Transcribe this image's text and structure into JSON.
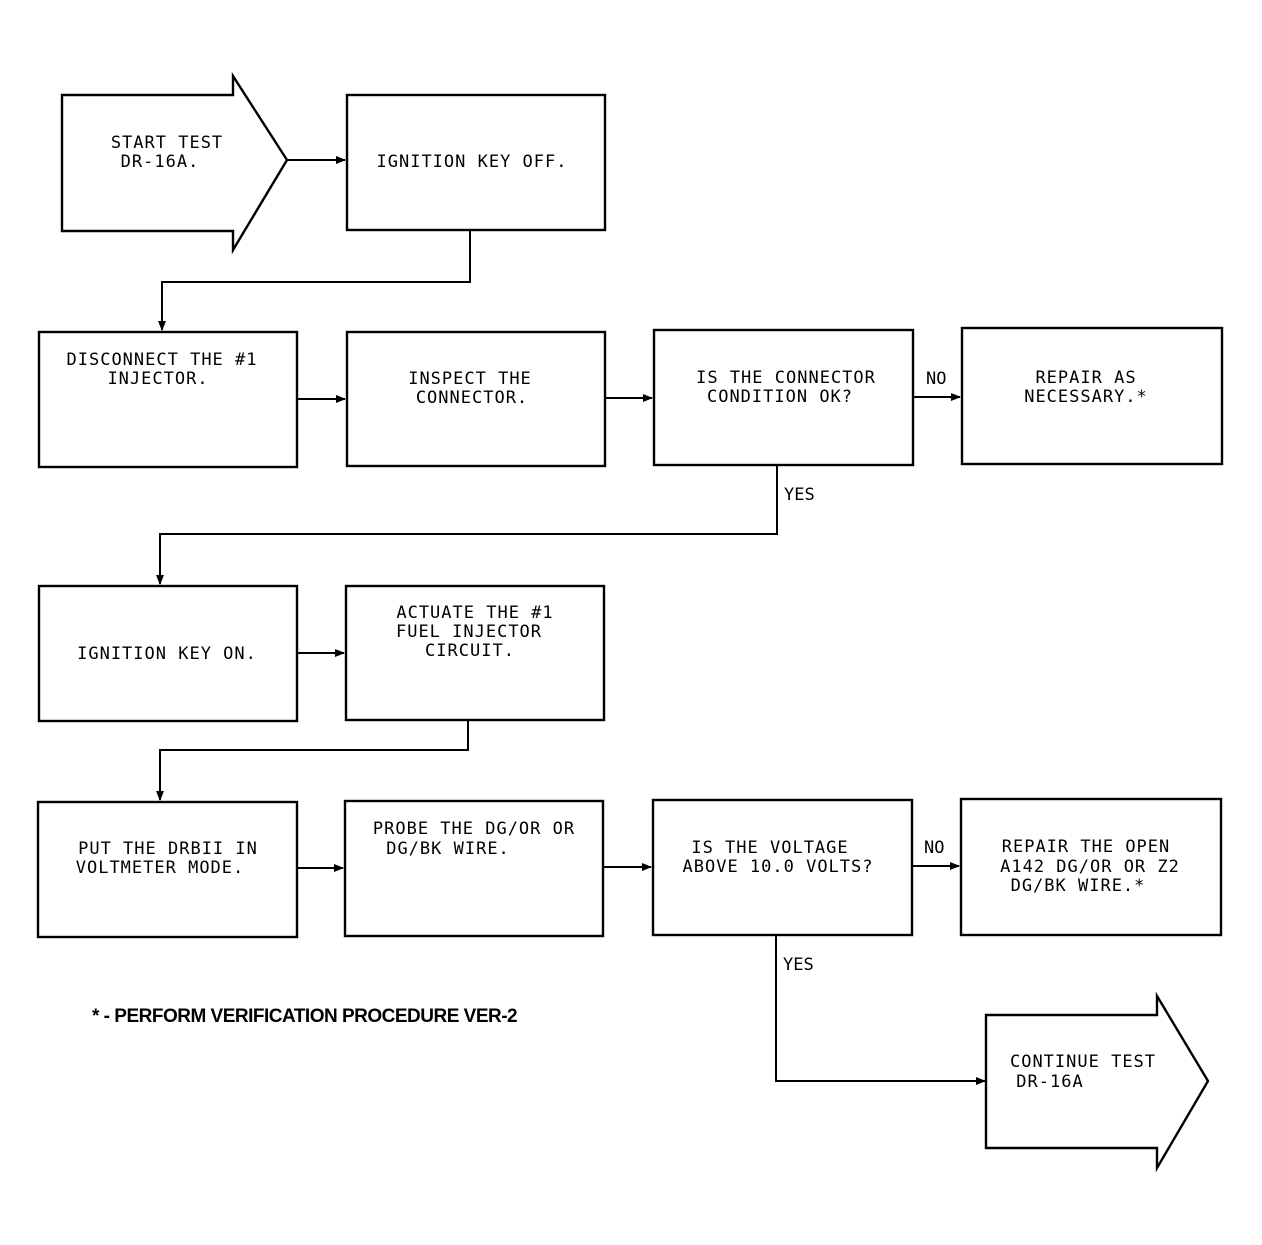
{
  "nodes": {
    "start": {
      "lines": [
        "START TEST",
        "DR-16A."
      ]
    },
    "key_off": {
      "lines": [
        "IGNITION KEY OFF."
      ]
    },
    "disconnect": {
      "lines": [
        "DISCONNECT THE #1",
        "INJECTOR."
      ]
    },
    "inspect": {
      "lines": [
        "INSPECT THE",
        "CONNECTOR."
      ]
    },
    "connector_ok": {
      "lines": [
        "IS THE CONNECTOR",
        "CONDITION OK?"
      ]
    },
    "repair_connector": {
      "lines": [
        "REPAIR AS",
        "NECESSARY.*"
      ]
    },
    "key_on": {
      "lines": [
        "IGNITION KEY ON."
      ]
    },
    "actuate": {
      "lines": [
        "ACTUATE THE #1",
        "FUEL INJECTOR",
        "CIRCUIT."
      ]
    },
    "drbii": {
      "lines": [
        "PUT THE DRBII IN",
        "VOLTMETER MODE."
      ]
    },
    "probe": {
      "lines": [
        "PROBE THE DG/OR OR",
        "DG/BK WIRE."
      ]
    },
    "voltage": {
      "lines": [
        "IS THE VOLTAGE",
        "ABOVE 10.0 VOLTS?"
      ]
    },
    "repair_wire": {
      "lines": [
        "REPAIR THE OPEN",
        "A142 DG/OR OR Z2",
        "DG/BK WIRE.*"
      ]
    },
    "continue": {
      "lines": [
        "CONTINUE TEST",
        "DR-16A"
      ]
    }
  },
  "edge_labels": {
    "connector_no": "NO",
    "connector_yes": "YES",
    "voltage_no": "NO",
    "voltage_yes": "YES"
  },
  "footnote": "* - PERFORM VERIFICATION PROCEDURE VER-2"
}
